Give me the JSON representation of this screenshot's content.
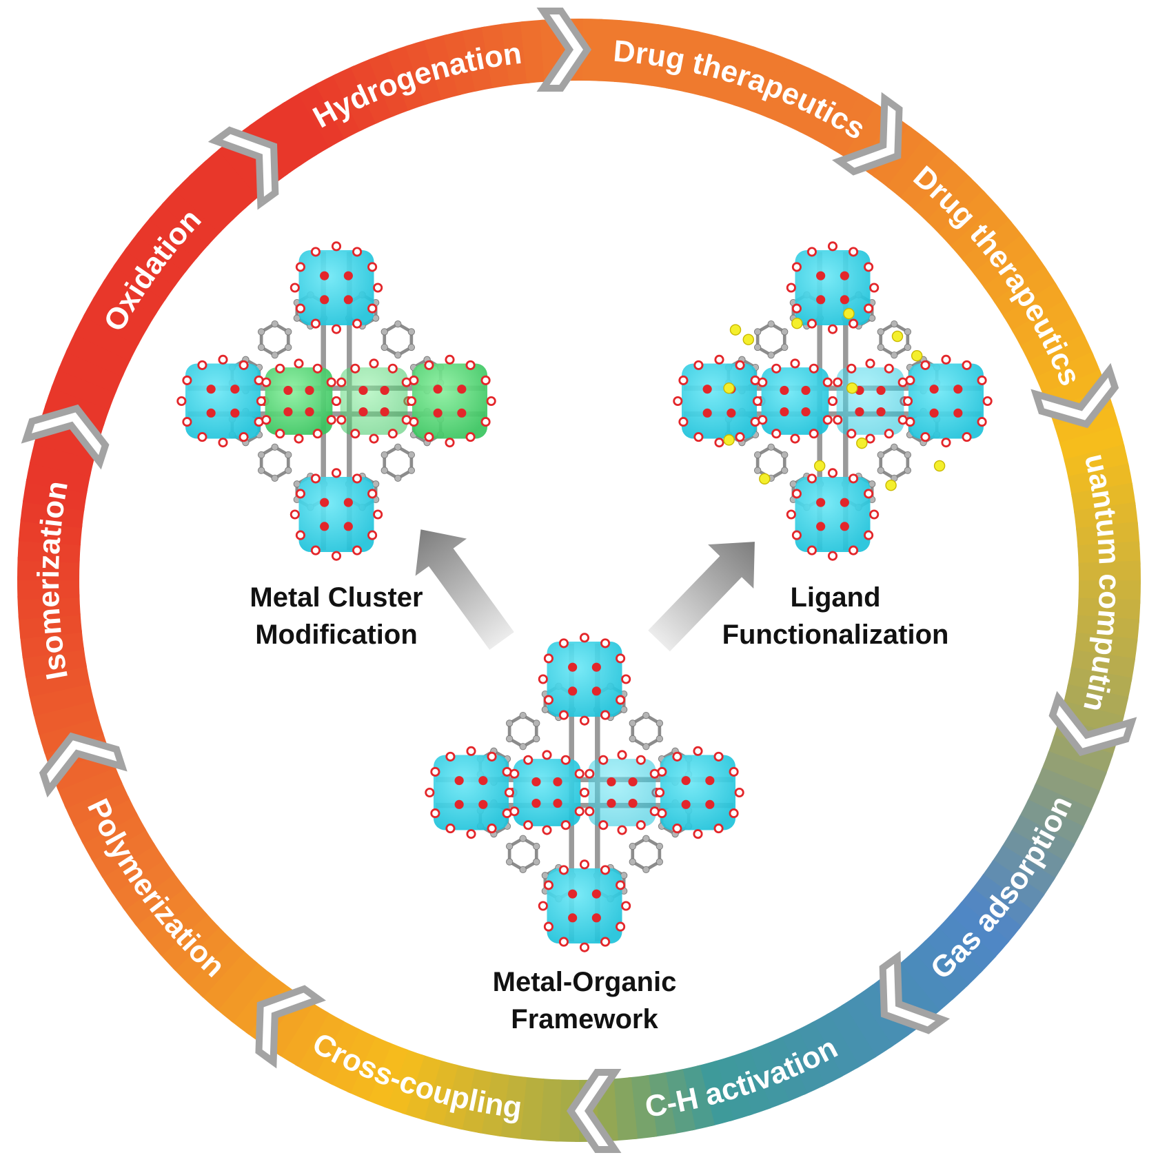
{
  "ring": {
    "segments": [
      {
        "label": "Drug therapeutics"
      },
      {
        "label": "Drug therapeutics"
      },
      {
        "label": "Quantum computing"
      },
      {
        "label": "Gas adsorption"
      },
      {
        "label": "C-H activation"
      },
      {
        "label": "Cross-coupling"
      },
      {
        "label": "Polymerization"
      },
      {
        "label": "Isomerization"
      },
      {
        "label": "Oxidation"
      },
      {
        "label": "Hydrogenation"
      }
    ],
    "colors": {
      "red": "#e8372a",
      "orange": "#ef7a2e",
      "yellow": "#f6bd1c",
      "blue": "#4f86c6",
      "teal": "#3e9a9a",
      "chevron": "#a3a3a3"
    }
  },
  "structures": {
    "metal_cluster": {
      "line1": "Metal Cluster",
      "line2": "Modification",
      "node_color": "#55d67a"
    },
    "ligand": {
      "line1": "Ligand",
      "line2": "Functionalization",
      "node_color": "#2fd3e8",
      "substituent_color": "#f4ef2c"
    },
    "mof": {
      "line1": "Metal-Organic",
      "line2": "Framework",
      "node_color": "#2fd3e8"
    }
  },
  "colors": {
    "cluster": "#2fd3e8",
    "oxygen": "#e3262a",
    "carbon": "#8c8c8c",
    "arrow": "#a8a8a8"
  }
}
